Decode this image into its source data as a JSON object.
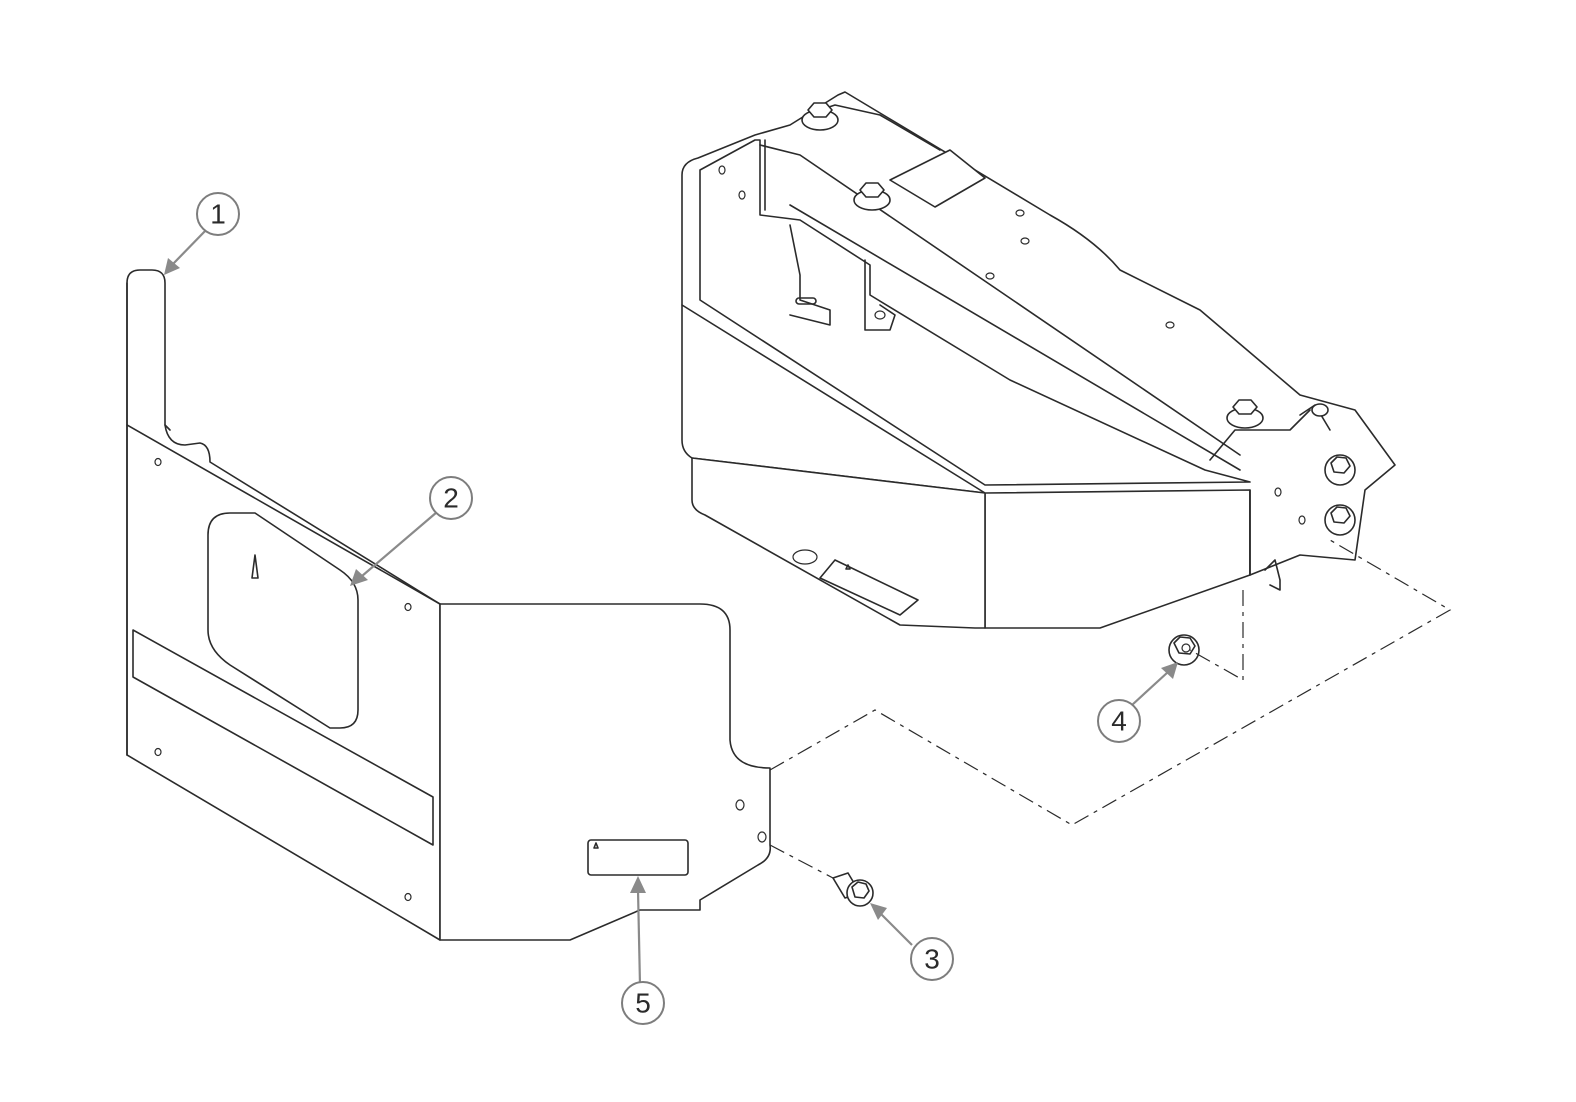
{
  "diagram": {
    "callouts": [
      {
        "id": "1",
        "label": "1"
      },
      {
        "id": "2",
        "label": "2"
      },
      {
        "id": "3",
        "label": "3"
      },
      {
        "id": "4",
        "label": "4"
      },
      {
        "id": "5",
        "label": "5"
      }
    ],
    "colors": {
      "line": "#2b2b2b",
      "leader": "#8a8a8a",
      "background": "#ffffff"
    }
  }
}
